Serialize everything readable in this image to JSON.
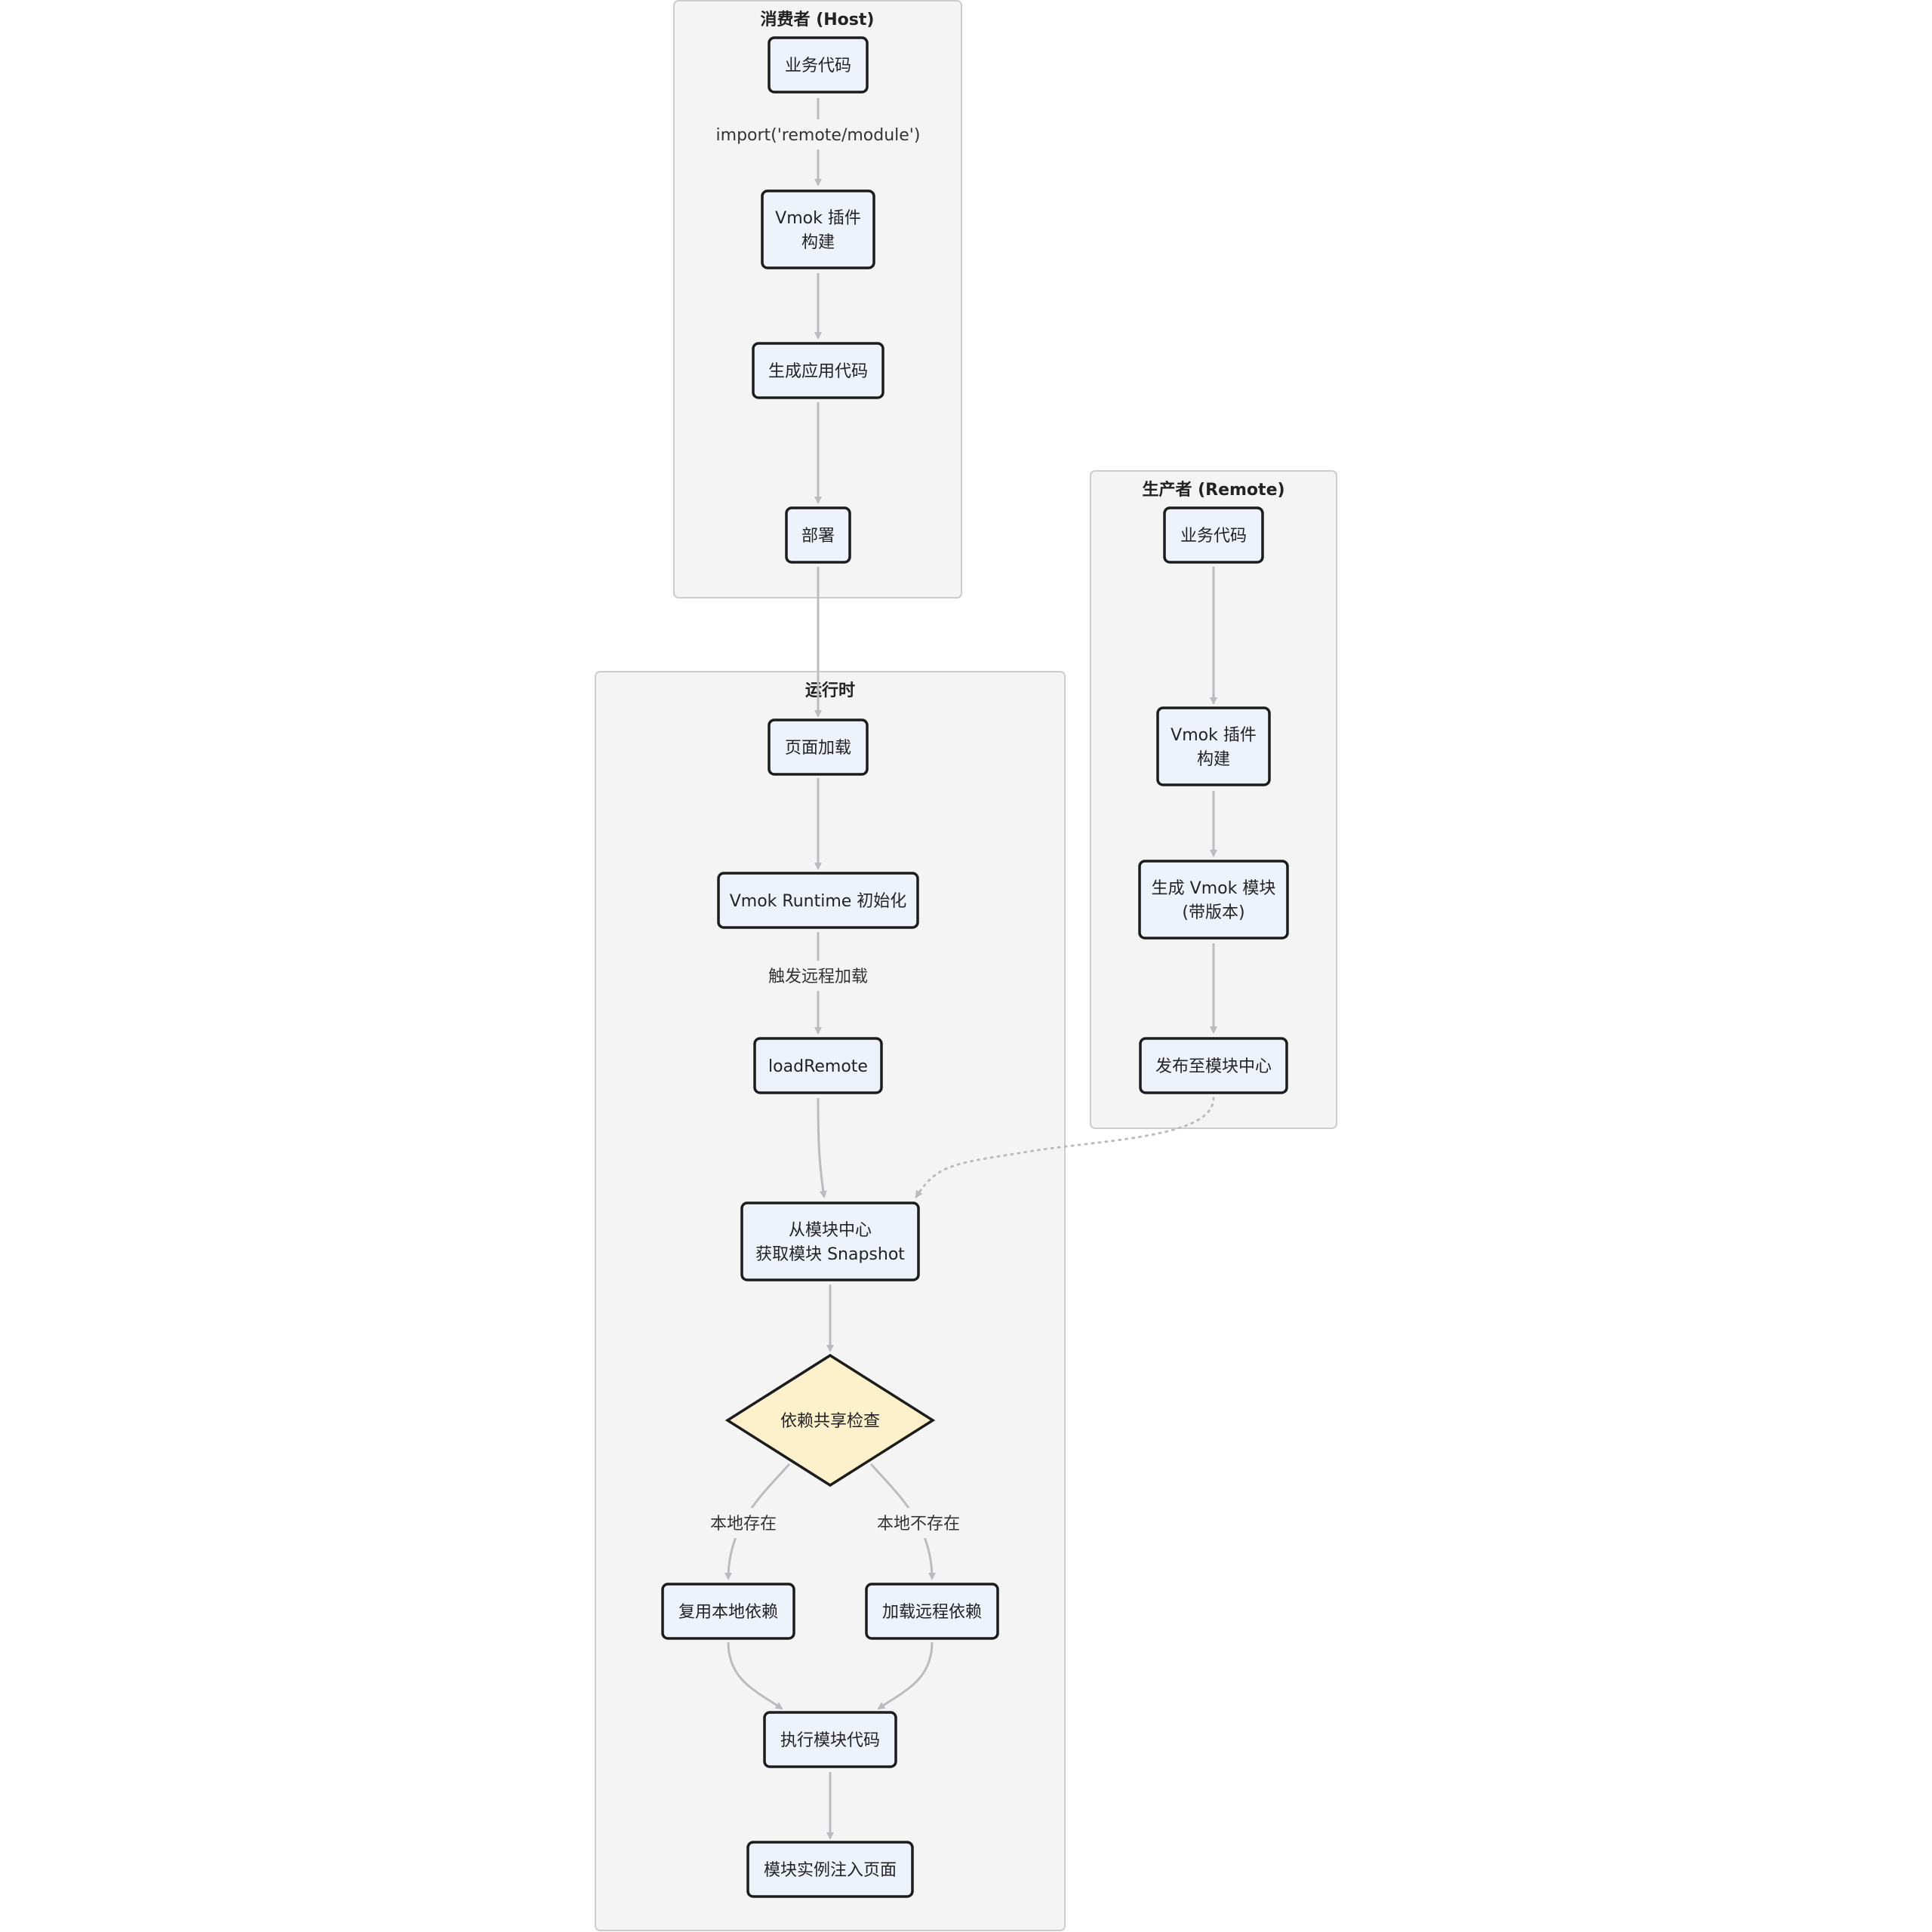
{
  "clusters": {
    "host": {
      "title": "消费者 (Host)"
    },
    "remote": {
      "title": "生产者 (Remote)"
    },
    "runtime": {
      "title": "运行时"
    }
  },
  "nodes": {
    "host_code": {
      "lines": [
        "业务代码"
      ]
    },
    "host_build": {
      "lines": [
        "Vmok 插件",
        "构建"
      ]
    },
    "host_gen": {
      "lines": [
        "生成应用代码"
      ]
    },
    "host_deploy": {
      "lines": [
        "部署"
      ]
    },
    "remote_code": {
      "lines": [
        "业务代码"
      ]
    },
    "remote_build": {
      "lines": [
        "Vmok 插件",
        "构建"
      ]
    },
    "remote_gen": {
      "lines": [
        "生成 Vmok 模块",
        "(带版本)"
      ]
    },
    "remote_publish": {
      "lines": [
        "发布至模块中心"
      ]
    },
    "page_load": {
      "lines": [
        "页面加载"
      ]
    },
    "runtime_init": {
      "lines": [
        "Vmok Runtime 初始化"
      ]
    },
    "load_remote": {
      "lines": [
        "loadRemote"
      ]
    },
    "snapshot": {
      "lines": [
        "从模块中心",
        "获取模块 Snapshot"
      ]
    },
    "dep_check": {
      "lines": [
        "依赖共享检查"
      ]
    },
    "reuse_local": {
      "lines": [
        "复用本地依赖"
      ]
    },
    "load_remote_dep": {
      "lines": [
        "加载远程依赖"
      ]
    },
    "exec_module": {
      "lines": [
        "执行模块代码"
      ]
    },
    "inject": {
      "lines": [
        "模块实例注入页面"
      ]
    }
  },
  "edge_labels": {
    "import": "import('remote/module')",
    "trigger": "触发远程加载",
    "exists": "本地存在",
    "not_exists": "本地不存在"
  }
}
